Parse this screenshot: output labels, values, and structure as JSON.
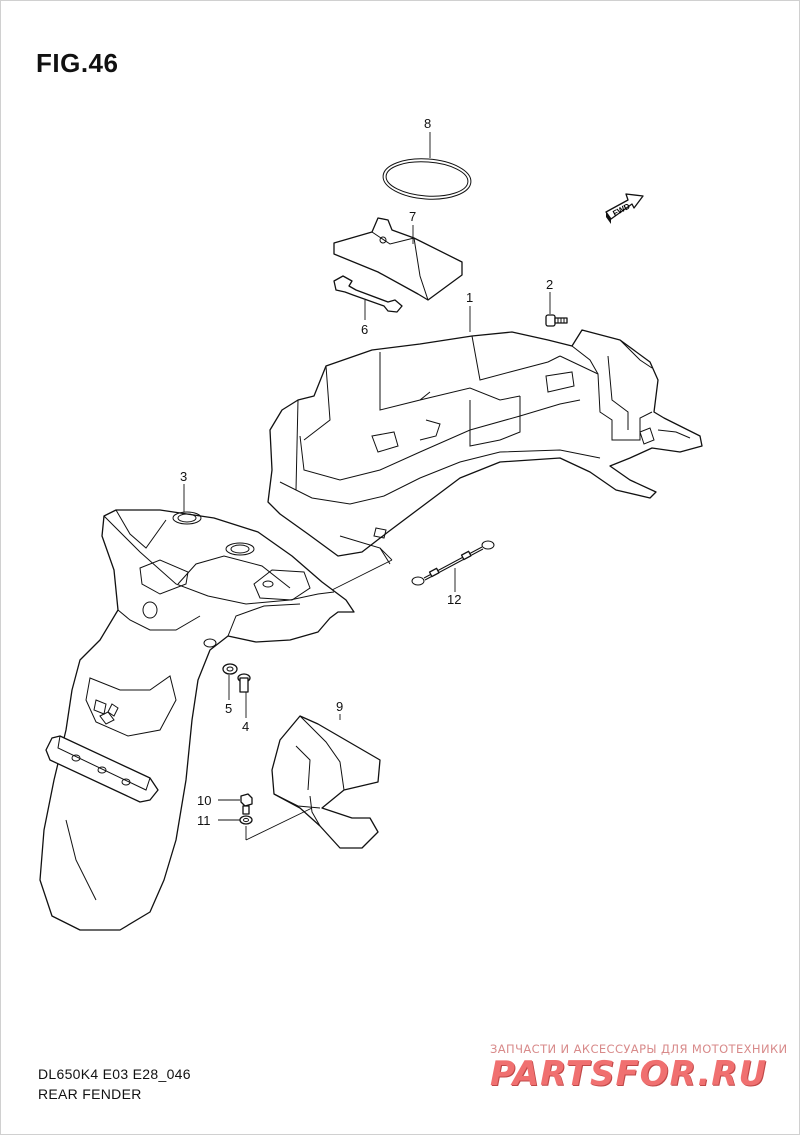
{
  "figure": {
    "title": "FIG.46",
    "model_code": "DL650K4 E03 E28_046",
    "description": "REAR FENDER"
  },
  "direction_arrow": {
    "label": "FWD",
    "icon": "fwd-arrow-icon"
  },
  "callouts": [
    {
      "number": "1"
    },
    {
      "number": "2"
    },
    {
      "number": "3"
    },
    {
      "number": "4"
    },
    {
      "number": "5"
    },
    {
      "number": "6"
    },
    {
      "number": "7"
    },
    {
      "number": "8"
    },
    {
      "number": "9"
    },
    {
      "number": "10"
    },
    {
      "number": "11"
    },
    {
      "number": "12"
    }
  ],
  "watermark": {
    "tagline": "ЗАПЧАСТИ И АКСЕССУАРЫ ДЛЯ МОТОТЕХНИКИ",
    "logo": "PARTSFOR.RU"
  }
}
